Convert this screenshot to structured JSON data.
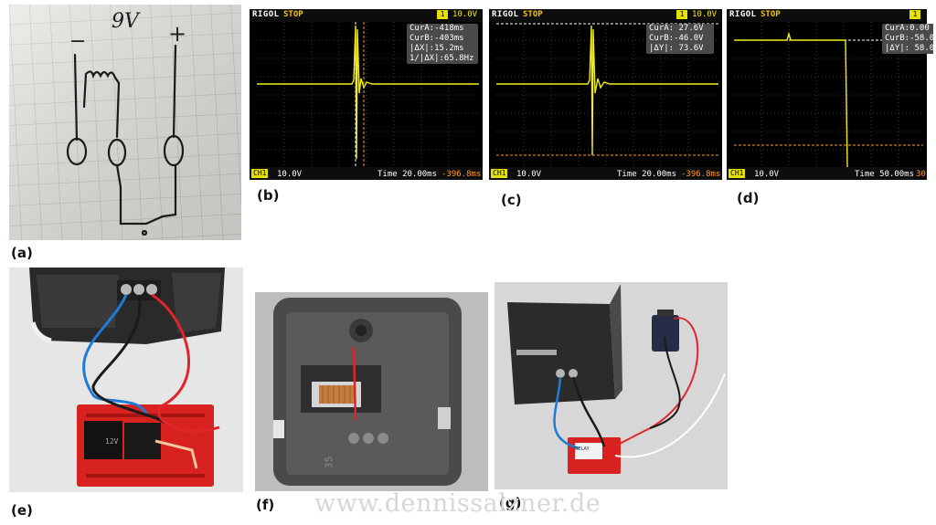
{
  "panels": {
    "a": "(a)",
    "b": "(b)",
    "c": "(c)",
    "d": "(d)",
    "e": "(e)",
    "f": "(f)",
    "g": "(g)"
  },
  "sketch": {
    "voltage": "9V",
    "minus": "−",
    "plus": "+"
  },
  "scopes": [
    {
      "brand": "RIGOL",
      "state": "STOP",
      "trigger_level": "10.0V",
      "cursors": [
        "CurA:-418ms",
        "CurB:-403ms",
        "|ΔX|:15.2ms",
        "1/|ΔX|:65.8Hz"
      ],
      "channel": "CH1",
      "channel_scale": "10.0V",
      "time": "Time 20.00ms",
      "offset": "-396.8ms"
    },
    {
      "brand": "RIGOL",
      "state": "STOP",
      "trigger_level": "10.0V",
      "cursors": [
        "CurA: 27.6V",
        "CurB:-46.0V",
        "|ΔY|: 73.6V"
      ],
      "channel": "CH1",
      "channel_scale": "10.0V",
      "time": "Time 20.00ms",
      "offset": "-396.8ms"
    },
    {
      "brand": "RIGOL",
      "state": "STOP",
      "trigger_level": "",
      "cursors": [
        "CurA:0.00",
        "CurB:-58.0",
        "|ΔY|: 58.0"
      ],
      "channel": "CH1",
      "channel_scale": "10.0V",
      "time": "Time 50.00ms",
      "offset": "30"
    }
  ],
  "photos": {
    "e_relay_text": "12V",
    "f_mold_number": "35",
    "g_relay_text": "RELAY"
  },
  "watermark": "www.dennissalzner.de",
  "colors": {
    "trace": "#f2ec1a",
    "cursor": "#ff9a1e",
    "grid": "#3a3a3a"
  }
}
